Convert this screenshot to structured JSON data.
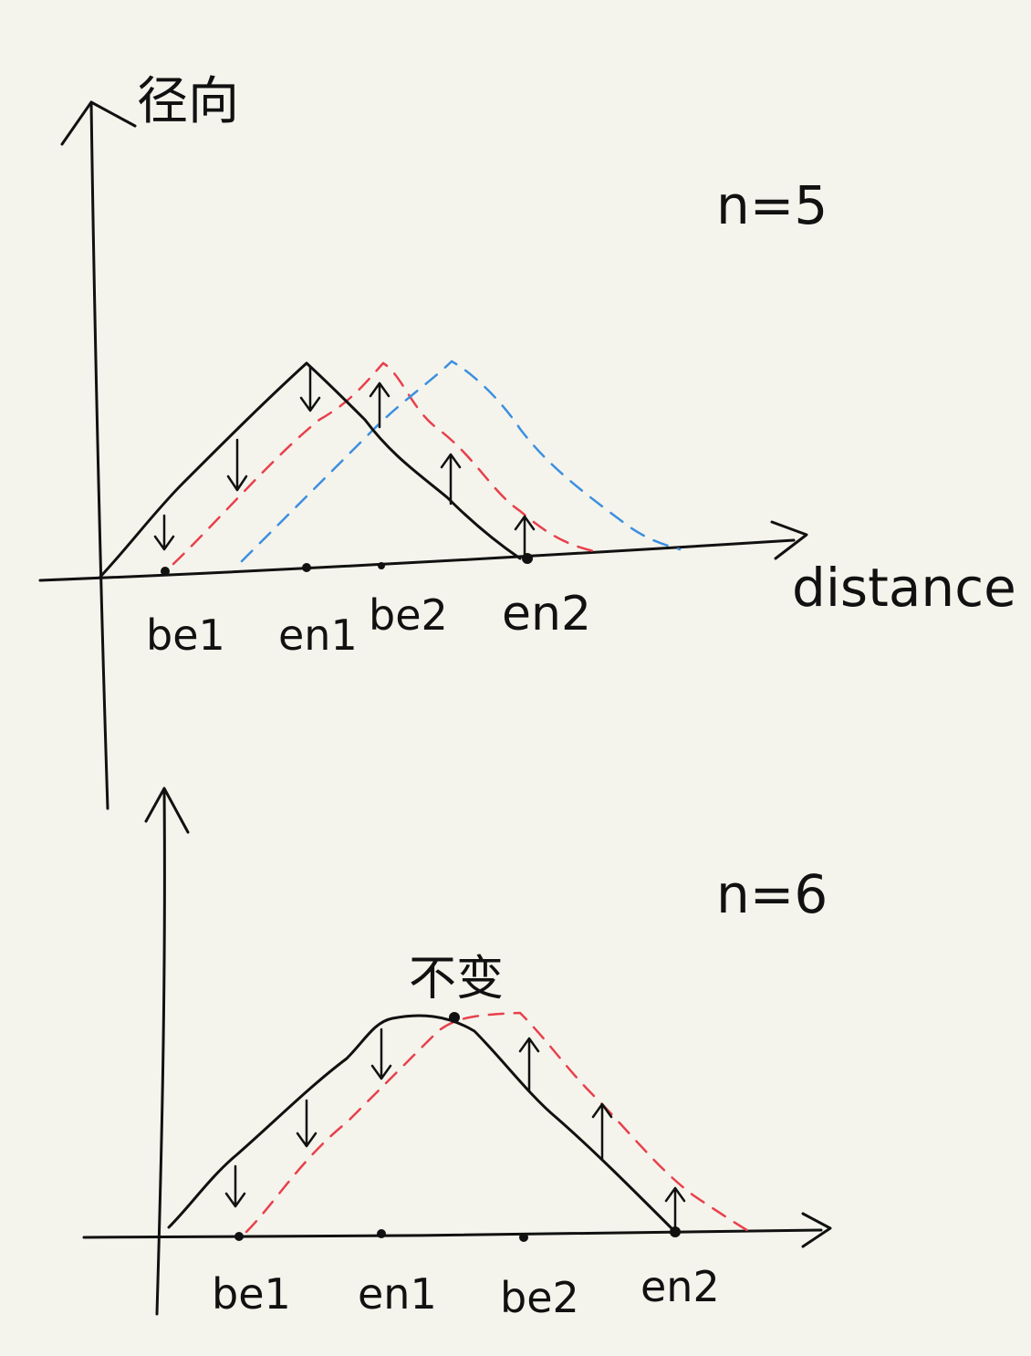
{
  "colors": {
    "background": "#f4f4ec",
    "ink": "#111111",
    "red_dashed": "#e8404c",
    "blue_dashed": "#3d8fe0"
  },
  "top_panel": {
    "y_axis_label": "径向",
    "x_axis_label": "distance",
    "n_label": "n=5",
    "ticks": [
      "be1",
      "en1",
      "be2",
      "en2"
    ]
  },
  "bottom_panel": {
    "n_label": "n=6",
    "peak_annotation": "不变",
    "ticks": [
      "be1",
      "en1",
      "be2",
      "en2"
    ]
  }
}
